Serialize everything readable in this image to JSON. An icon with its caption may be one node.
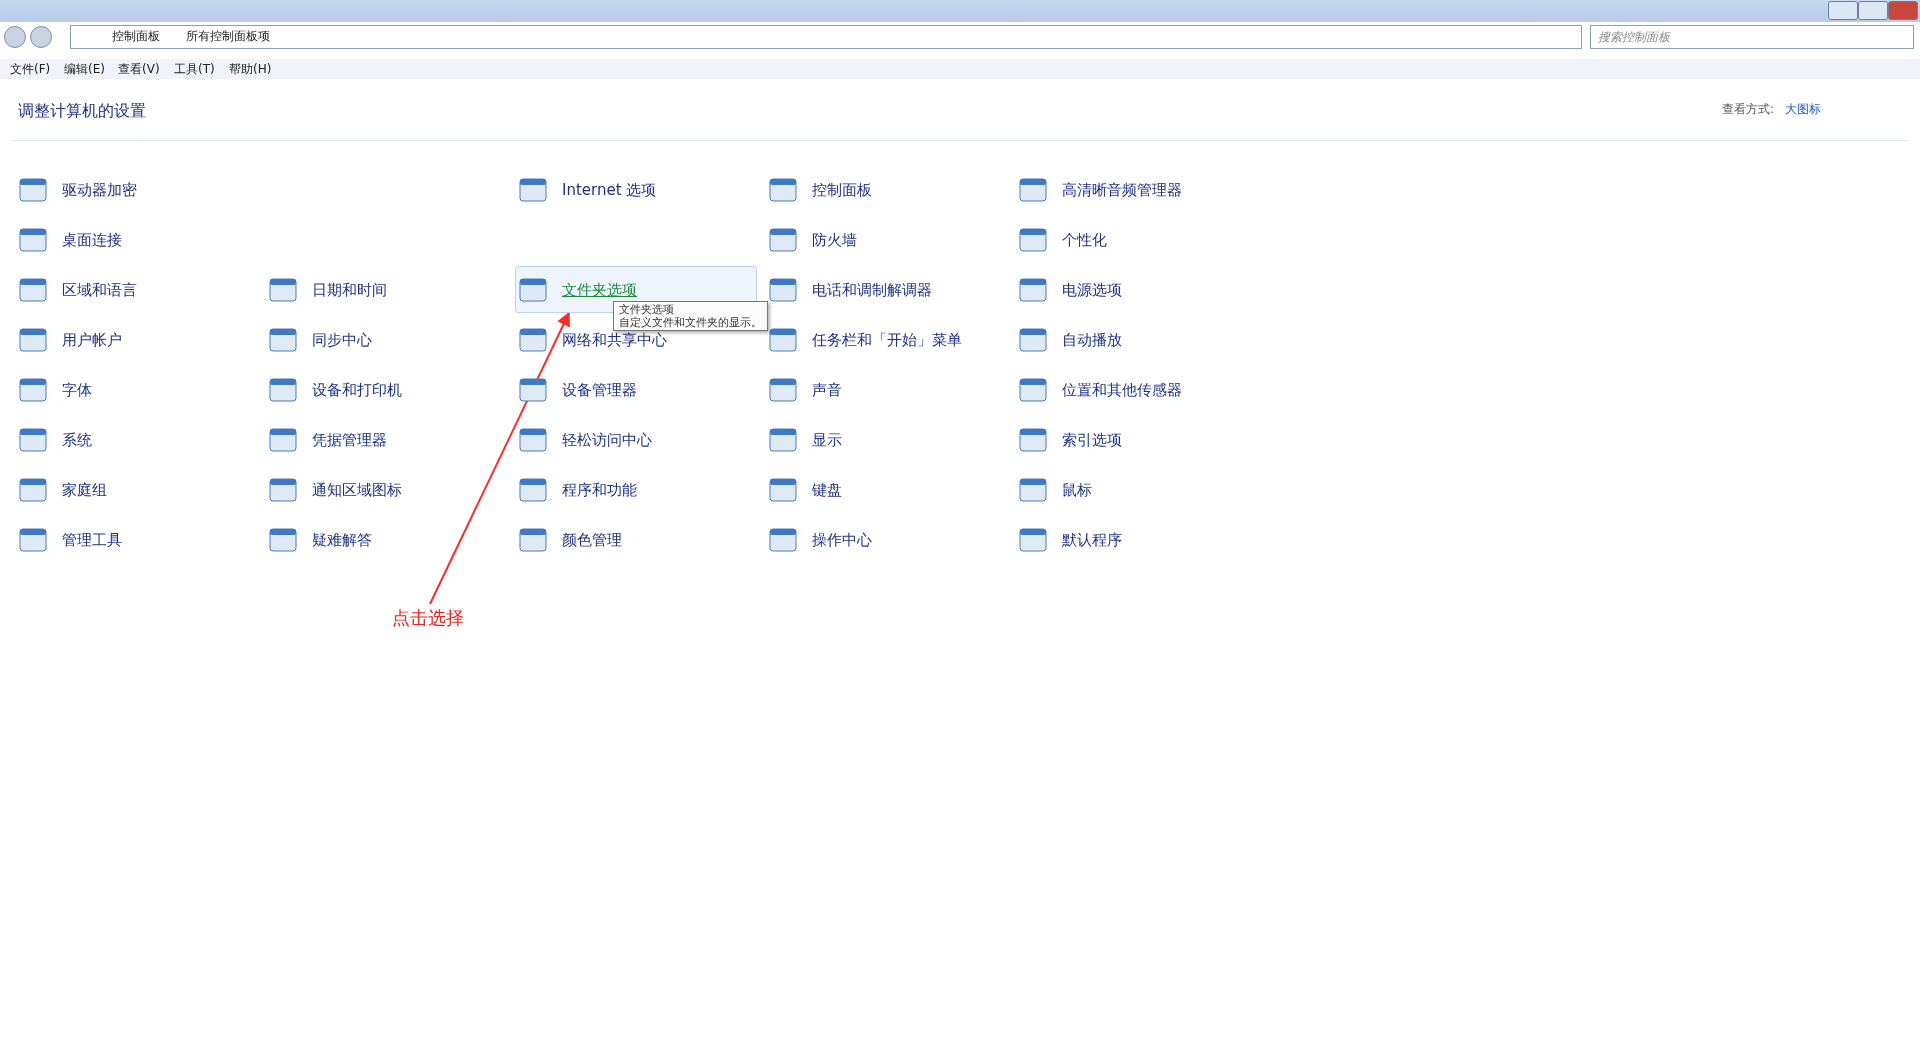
{
  "diagram": {
    "nodes": [
      {
        "text": [
          "文件夹选项"
        ]
      },
      {
        "text": [
          "点击选择"
        ]
      },
      {
        "text": [
          "文件夹选项",
          "自定义文件和文件夹的显示。"
        ]
      }
    ],
    "edges": [
      {
        "from": 1,
        "to": 0,
        "arrow": "to",
        "color": "#ff2a2a"
      }
    ],
    "labels": [
      "控制面板",
      "所有控制面板项",
      "搜索控制面板",
      "文件(F)",
      "编辑(E)",
      "查看(V)",
      "工具(T)",
      "帮助(H)",
      "调整计算机的设置",
      "查看方式:",
      "大图标",
      "驱动器加密",
      "Internet 选项",
      "控制面板",
      "高清晰音频管理器",
      "桌面连接",
      "防火墙",
      "个性化",
      "区域和语言",
      "日期和时间",
      "电话和调制解调器",
      "电源选项",
      "用户帐户",
      "同步中心",
      "网络和共享中心",
      "任务栏和「开始」菜单",
      "自动播放",
      "字体",
      "设备和打印机",
      "设备管理器",
      "声音",
      "位置和其他传感器",
      "系统",
      "凭据管理器",
      "轻松访问中心",
      "显示",
      "索引选项",
      "家庭组",
      "通知区域图标",
      "程序和功能",
      "键盘",
      "鼠标",
      "管理工具",
      "疑难解答",
      "颜色管理",
      "操作中心",
      "默认程序"
    ]
  }
}
